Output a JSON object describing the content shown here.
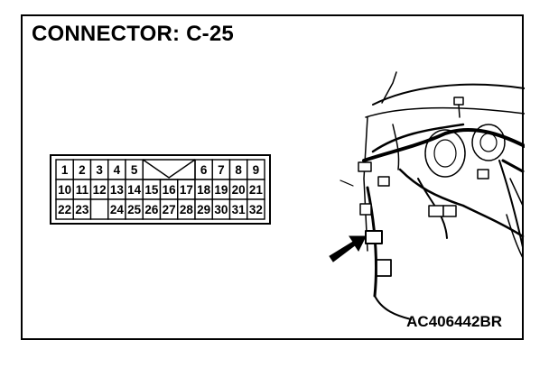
{
  "diagram": {
    "title": "CONNECTOR: C-25",
    "figure_code": "AC406442BR",
    "connector_face": {
      "rows": [
        [
          "1",
          "2",
          "3",
          "4",
          "5",
          "",
          "",
          "",
          "6",
          "7",
          "8",
          "9"
        ],
        [
          "10",
          "11",
          "12",
          "13",
          "14",
          "15",
          "16",
          "17",
          "18",
          "19",
          "20",
          "21"
        ],
        [
          "22",
          "23",
          "",
          "24",
          "25",
          "26",
          "27",
          "28",
          "29",
          "30",
          "31",
          "32"
        ]
      ],
      "key_slot": true
    },
    "illustration": {
      "subject": "dashboard-wiring-harness",
      "pointer": "arrow-pointing-to-connector"
    }
  }
}
